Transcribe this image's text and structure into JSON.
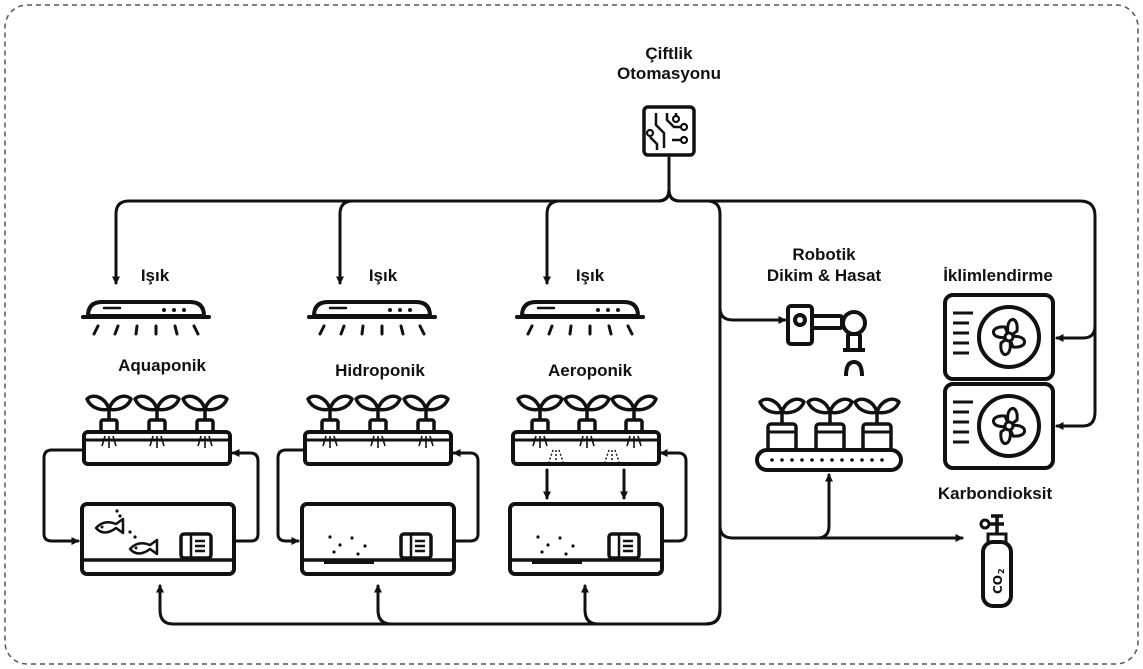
{
  "labels": {
    "automation_line1": "Çiftlik",
    "automation_line2": "Otomasyonu",
    "light_1": "Işık",
    "light_2": "Işık",
    "light_3": "Işık",
    "aquaponic": "Aquaponik",
    "hydroponic": "Hidroponik",
    "aeroponic": "Aeroponik",
    "robotic_line1": "Robotik",
    "robotic_line2": "Dikim & Hasat",
    "climate": "İklimlendirme",
    "co2": "Karbondioksit",
    "co2_tank_text": "CO",
    "co2_tank_sub": "2"
  },
  "icons": {
    "automation": "circuit-chip-icon",
    "light": "grow-light-icon",
    "plant": "seedling-icon",
    "tank": "water-tank-icon",
    "pump": "pump-icon",
    "robot": "robotic-arm-icon",
    "conveyor": "conveyor-belt-icon",
    "fan": "fan-icon",
    "gas": "gas-cylinder-icon",
    "fish": "fish-icon"
  },
  "colors": {
    "stroke": "#111111",
    "background": "#ffffff",
    "border": "#555555"
  }
}
